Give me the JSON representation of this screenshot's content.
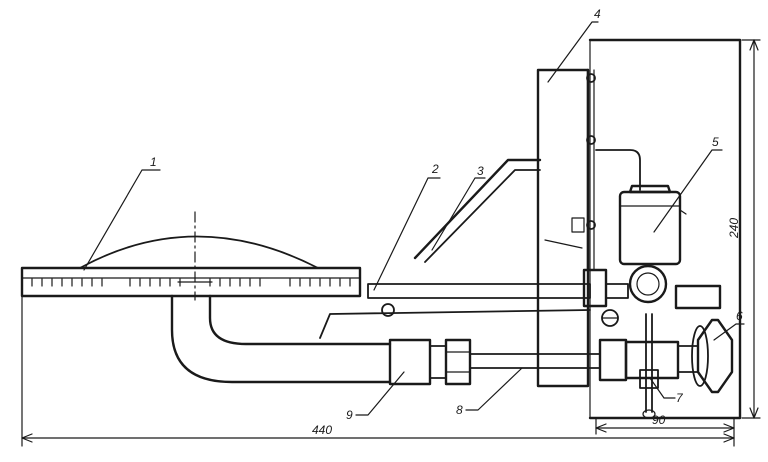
{
  "callouts": {
    "c1": "1",
    "c2": "2",
    "c3": "3",
    "c4": "4",
    "c5": "5",
    "c6": "6",
    "c7": "7",
    "c8": "8",
    "c9": "9"
  },
  "dimensions": {
    "overall_length": "440",
    "height": "240",
    "depth": "90"
  }
}
